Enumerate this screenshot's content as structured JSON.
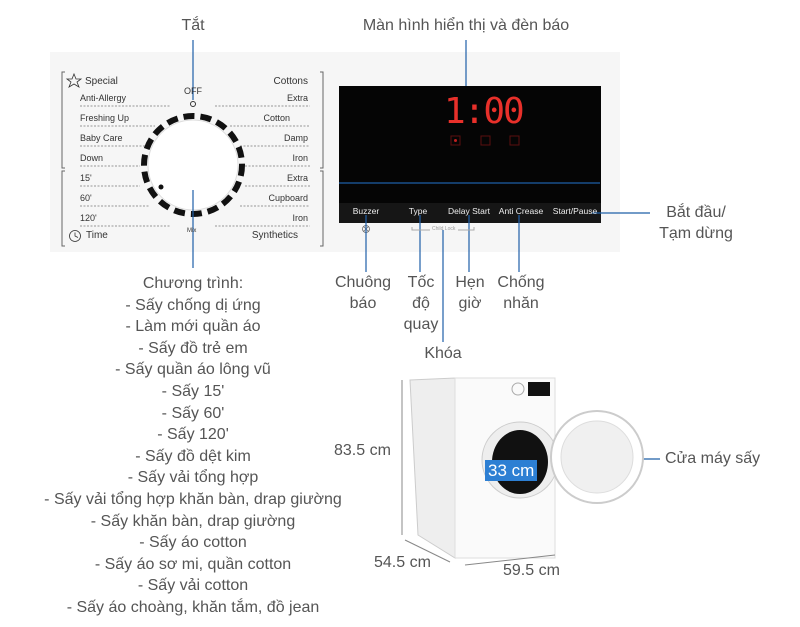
{
  "callouts": {
    "off": "Tắt",
    "display": "Màn hình hiển thị và đèn báo",
    "start_pause": [
      "Bắt đầu/",
      "Tạm dừng"
    ],
    "buzzer": [
      "Chuông",
      "báo"
    ],
    "type": [
      "Tốc",
      "độ",
      "quay"
    ],
    "delay": [
      "Hẹn",
      "giờ"
    ],
    "anti_crease": [
      "Chống",
      "nhăn"
    ],
    "lock": "Khóa",
    "door": "Cửa máy sấy"
  },
  "programs": {
    "title": "Chương trình:",
    "items": [
      "- Sấy chống dị ứng",
      "- Làm mới quần áo",
      "- Sấy đồ trẻ em",
      "- Sấy quần áo lông vũ",
      "- Sấy 15'",
      "- Sấy 60'",
      "- Sấy 120'",
      "- Sấy đồ dệt kim",
      "- Sấy vải tổng hợp",
      "- Sấy vải tổng hợp khăn bàn, drap giường",
      "- Sấy khăn bàn, drap giường",
      "- Sấy áo cotton",
      "- Sấy áo sơ mi, quần cotton",
      "- Sấy vải cotton",
      "- Sấy áo choàng, khăn tắm, đồ jean"
    ]
  },
  "panel": {
    "left": [
      "Special",
      "Anti-Allergy",
      "Freshing Up",
      "Baby Care",
      "Down",
      "15'",
      "60'",
      "120'",
      "Time"
    ],
    "right": [
      "Cottons",
      "Extra",
      "Cotton",
      "Damp",
      "Iron",
      "Extra",
      "Cupboard",
      "Iron",
      "Synthetics"
    ],
    "off_label": "OFF",
    "mix_label": "Mix",
    "display_time": "1:00",
    "buttons": [
      "Buzzer",
      "Type",
      "Delay Start",
      "Anti Crease",
      "Start/Pause"
    ],
    "child_lock": "Child Lock"
  },
  "dimensions": {
    "height": "83.5 cm",
    "depth": "54.5 cm",
    "width": "59.5 cm",
    "door_diameter": "33 cm"
  },
  "colors": {
    "display_digits": "#e8302a",
    "badge": "#2d7fd3",
    "callout_line": "#1f5fa8"
  }
}
